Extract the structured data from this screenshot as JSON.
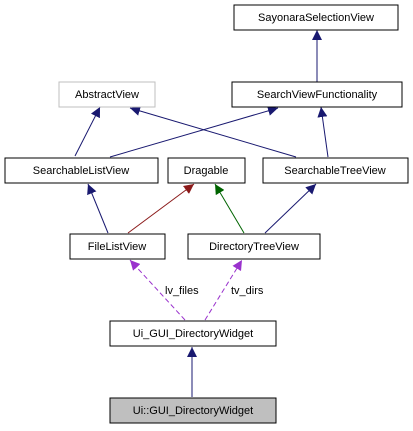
{
  "diagram": {
    "colors": {
      "inheritance": "#191970",
      "inheritance_dragable": "#8b1a1a",
      "inheritance_dragable_tree": "#006400",
      "usage": "#9a32cd",
      "node_border": "#000000",
      "node_border_grey": "#bfbfbf",
      "node_fill": "#ffffff",
      "node_fill_focus": "#bfbfbf"
    },
    "nodes": {
      "sayonara": {
        "label": "SayonaraSelectionView"
      },
      "abstract": {
        "label": "AbstractView"
      },
      "svf": {
        "label": "SearchViewFunctionality"
      },
      "slv": {
        "label": "SearchableListView"
      },
      "dragable": {
        "label": "Dragable"
      },
      "stv": {
        "label": "SearchableTreeView"
      },
      "flv": {
        "label": "FileListView"
      },
      "dtv": {
        "label": "DirectoryTreeView"
      },
      "uigdw": {
        "label": "Ui_GUI_DirectoryWidget"
      },
      "uinsgdw": {
        "label": "Ui::GUI_DirectoryWidget"
      }
    },
    "edges": {
      "lv_files": "lv_files",
      "tv_dirs": "tv_dirs"
    }
  }
}
